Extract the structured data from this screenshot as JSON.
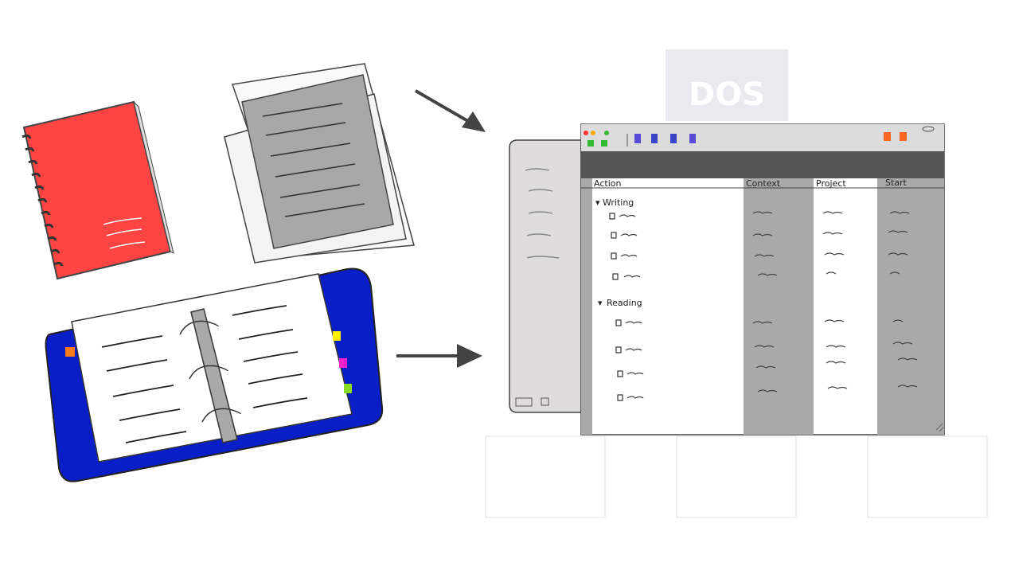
{
  "dos_badge": {
    "label": "DOS"
  },
  "app_window": {
    "columns": [
      "Action",
      "Context",
      "Project",
      "Start"
    ],
    "groups": [
      {
        "name": "Writing",
        "task_count": 4
      },
      {
        "name": "Reading",
        "task_count": 4
      }
    ],
    "sidebar_item_count": 5
  },
  "colors": {
    "notebook": "#ff4444",
    "binder": "#0a1ec8",
    "paper_stack": "#a8a8a8",
    "column_shade": "#a9a9a9",
    "titlebar": "#555555",
    "dos_badge": "#e9e9ee",
    "tab_yellow": "#ffee00",
    "tab_magenta": "#ff22cc",
    "tab_green": "#88dd22",
    "tab_orange": "#ff7a1a"
  }
}
